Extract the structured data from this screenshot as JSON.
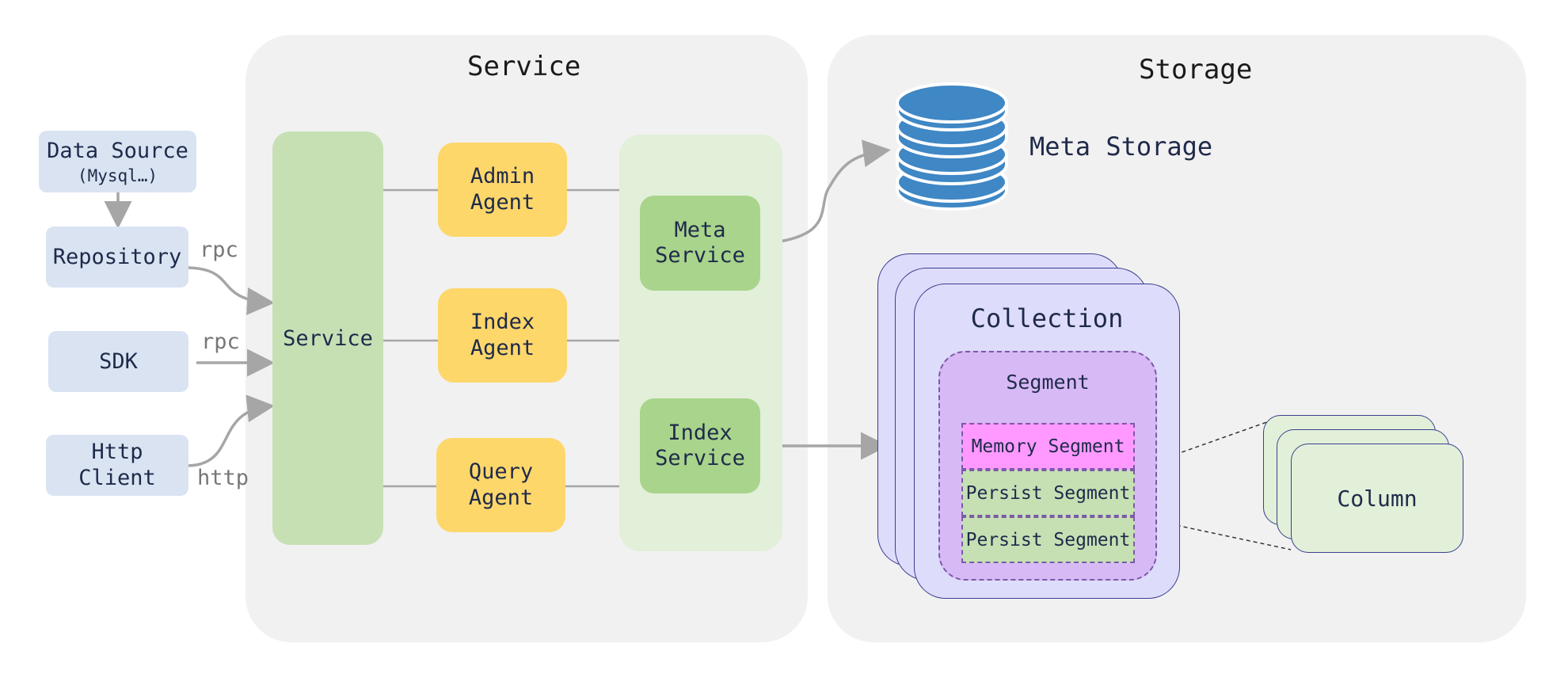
{
  "service_panel": {
    "title": "Service"
  },
  "storage_panel": {
    "title": "Storage"
  },
  "clients": {
    "data_source": {
      "title": "Data Source",
      "subtitle": "(Mysql…)"
    },
    "repository": "Repository",
    "sdk": "SDK",
    "http_client": "Http\nClient"
  },
  "edges": {
    "rpc_repo": "rpc",
    "rpc_sdk": "rpc",
    "http": "http"
  },
  "service_node": "Service",
  "agents": {
    "admin": "Admin\nAgent",
    "index": "Index\nAgent",
    "query": "Query\nAgent"
  },
  "meta_services": {
    "meta": "Meta\nService",
    "index": "Index\nService"
  },
  "meta_storage": {
    "label": "Meta Storage"
  },
  "collection": {
    "title": "Collection",
    "segment": {
      "title": "Segment",
      "rows": [
        "Memory Segment",
        "Persist Segment",
        "Persist Segment"
      ]
    }
  },
  "column": {
    "label": "Column"
  },
  "colors": {
    "panel": "#f1f1f1",
    "client": "#d9e3f2",
    "service": "#c6e0b4",
    "agent": "#fdd76a",
    "meta_bg": "#e2efd9",
    "meta_service": "#a8d48b",
    "db": "#3f87c5",
    "collection": "#dedcfb",
    "segment": "#d7b9f5",
    "memory_segment": "#ff99ff",
    "persist_segment": "#c6e0b4",
    "column": "#e2f0d9",
    "arrow": "#a6a6a6"
  }
}
